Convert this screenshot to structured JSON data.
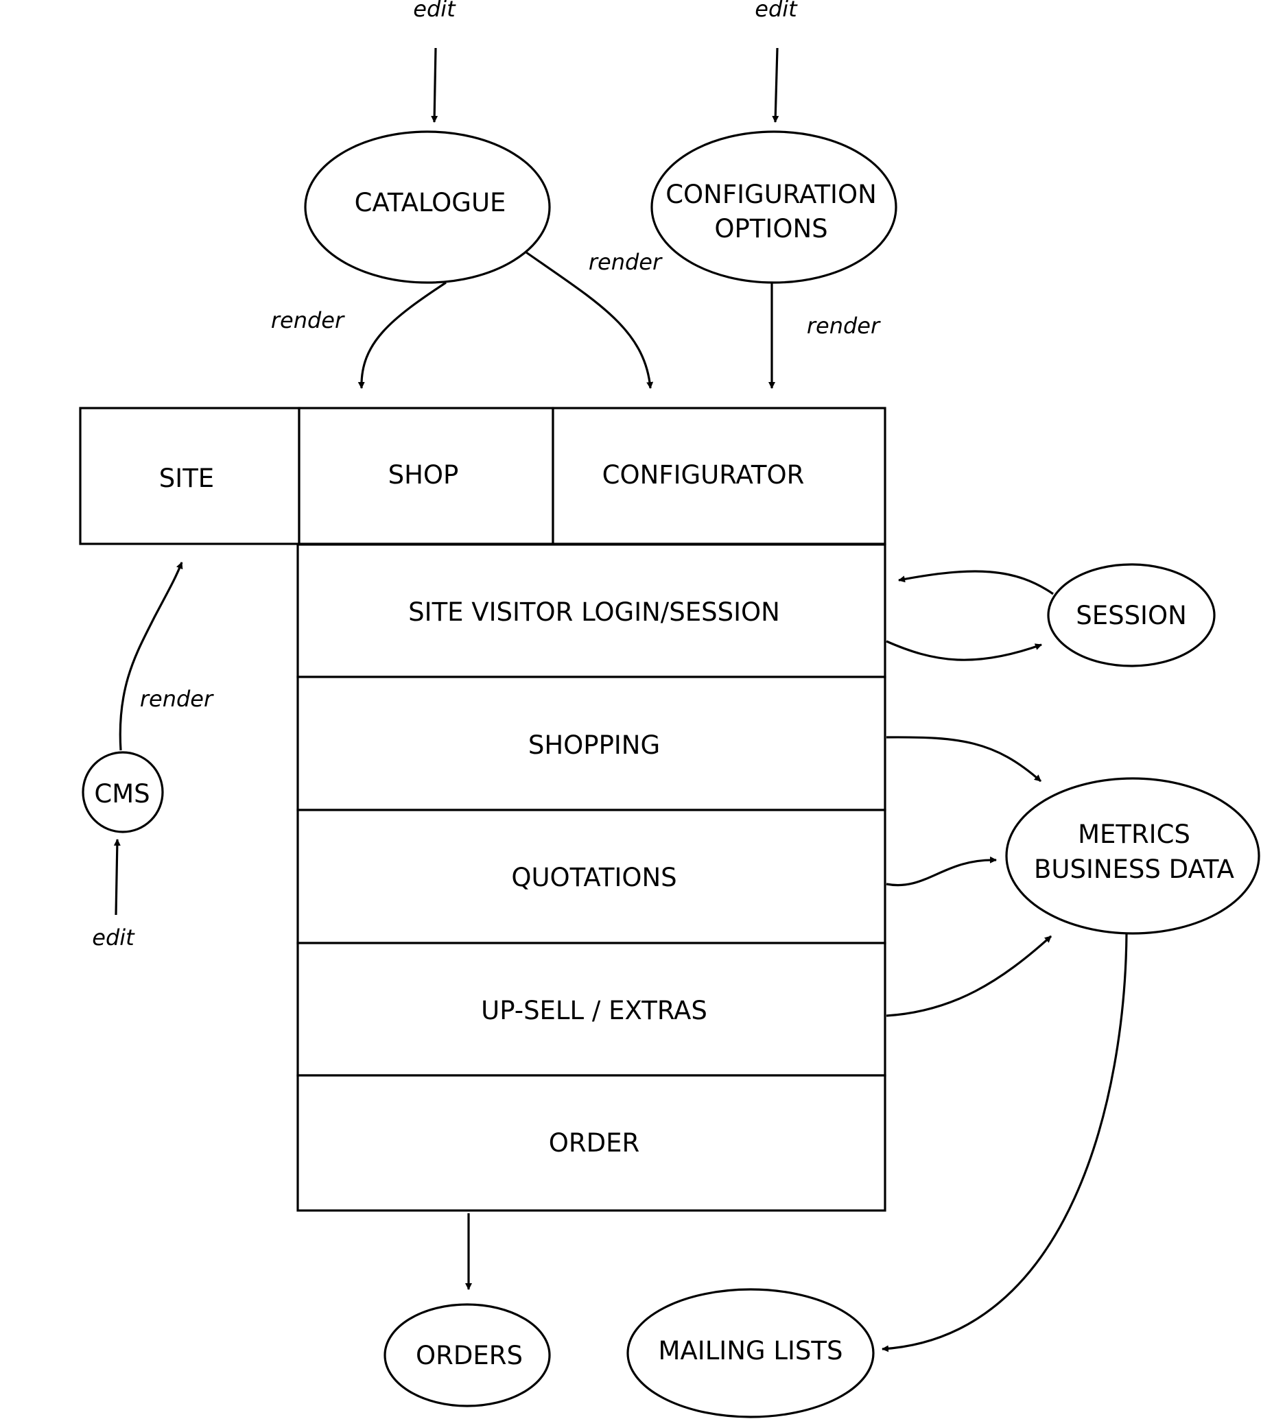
{
  "diagram": {
    "nodes": {
      "catalogue": "CATALOGUE",
      "configuration_options": [
        "CONFIGURATION",
        "OPTIONS"
      ],
      "session": "SESSION",
      "metrics": [
        "METRICS",
        "BUSINESS DATA"
      ],
      "cms": "CMS",
      "orders": "ORDERS",
      "mailing_lists": "MAILING LISTS"
    },
    "top_boxes": {
      "site": "SITE",
      "shop": "SHOP",
      "configurator": "CONFIGURATOR"
    },
    "stack_rows": [
      "SITE VISITOR LOGIN/SESSION",
      "SHOPPING",
      "QUOTATIONS",
      "UP-SELL / EXTRAS",
      "ORDER"
    ],
    "edge_labels": {
      "edit_catalogue": "edit",
      "edit_config": "edit",
      "render_catalogue_shop": "render",
      "render_catalogue_configurator": "render",
      "render_config_configurator": "render",
      "render_cms_site": "render",
      "edit_cms": "edit"
    }
  }
}
